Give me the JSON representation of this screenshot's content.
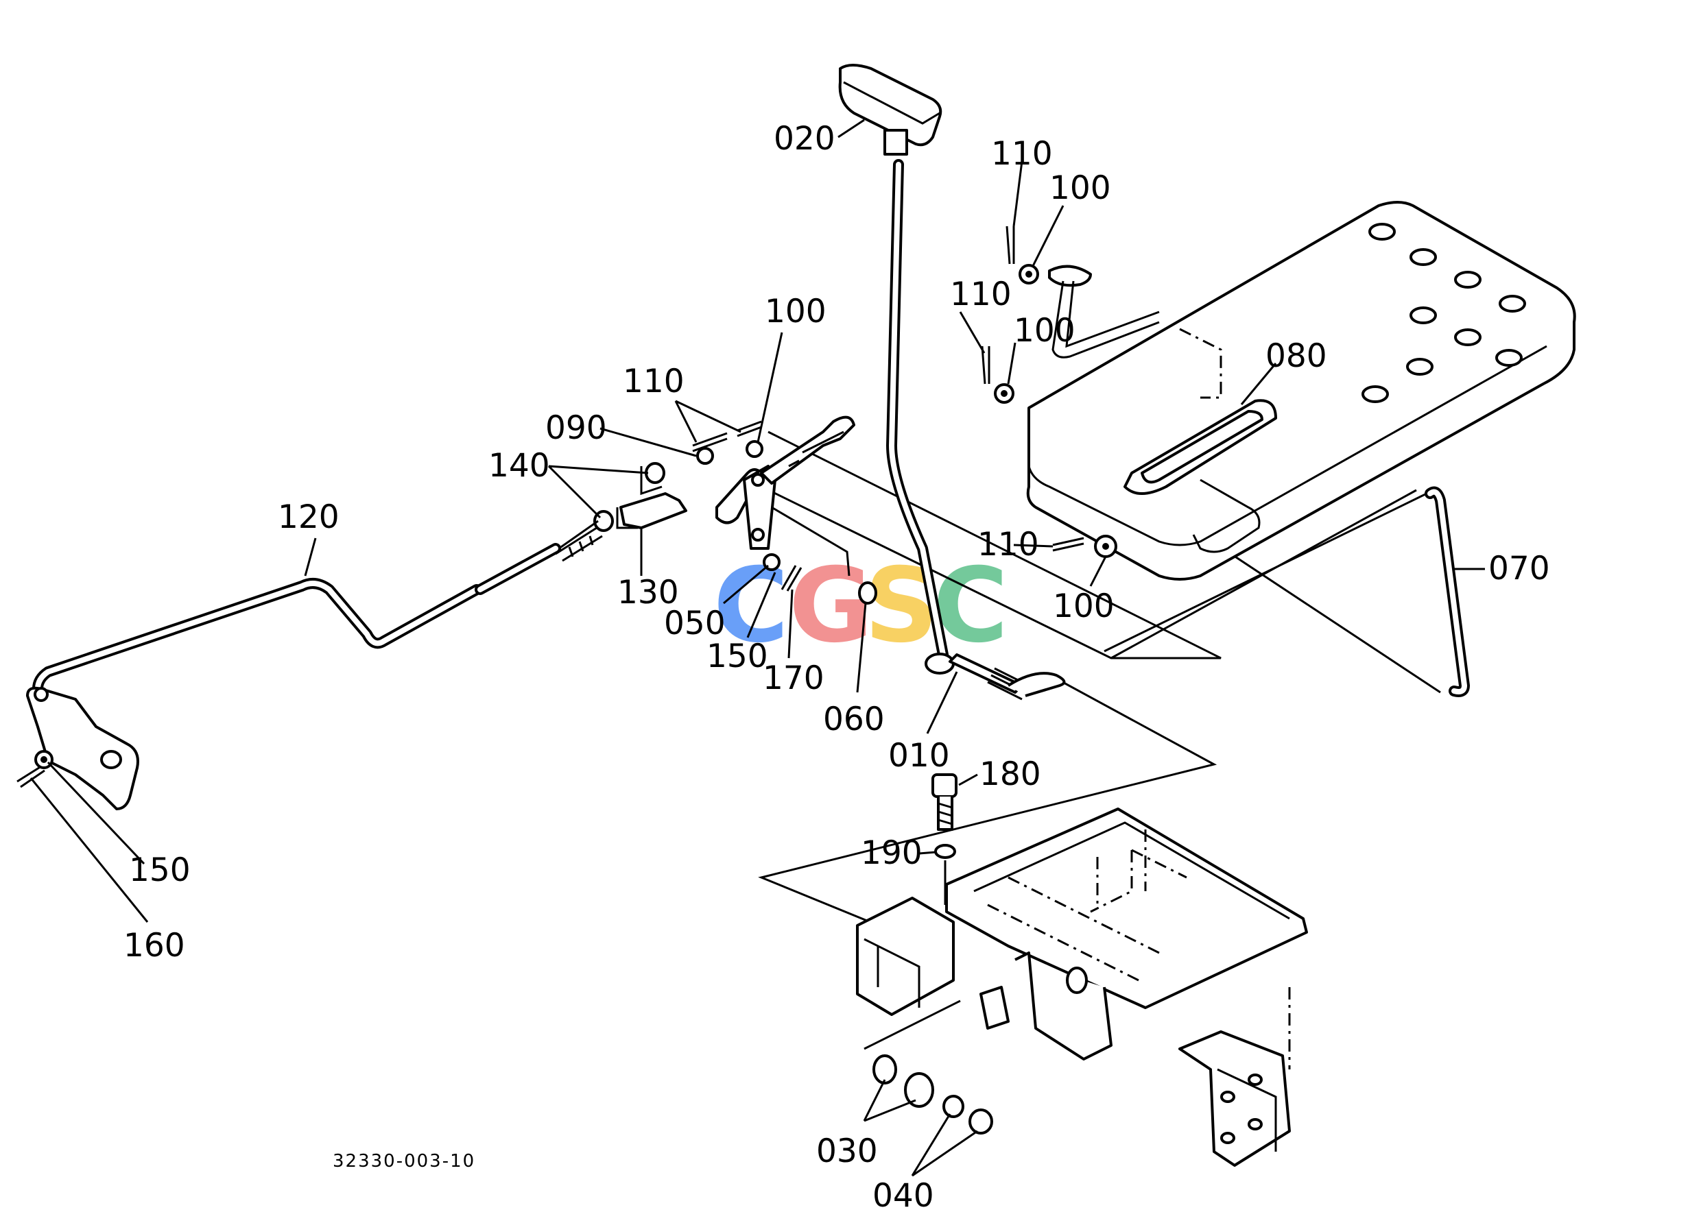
{
  "diagram": {
    "drawing_number": "32330-003-10",
    "watermark": {
      "letters": [
        "C",
        "G",
        "S",
        "C"
      ],
      "colors": [
        "#4f8ff7",
        "#f08080",
        "#f7c948",
        "#5cc08a"
      ]
    },
    "callouts": [
      {
        "id": "020",
        "part": "knob"
      },
      {
        "id": "110",
        "part": "cotter-pin-top"
      },
      {
        "id": "100",
        "part": "washer-top"
      },
      {
        "id": "110",
        "part": "cotter-pin-2"
      },
      {
        "id": "100",
        "part": "washer-2"
      },
      {
        "id": "080",
        "part": "pedal-grip"
      },
      {
        "id": "100",
        "part": "washer-lever"
      },
      {
        "id": "110",
        "part": "cotter-pin-lever"
      },
      {
        "id": "090",
        "part": "lever-bracket"
      },
      {
        "id": "140",
        "part": "nut-pair"
      },
      {
        "id": "120",
        "part": "long-rod"
      },
      {
        "id": "130",
        "part": "yoke"
      },
      {
        "id": "050",
        "part": "spring-washer"
      },
      {
        "id": "150",
        "part": "washer-mid"
      },
      {
        "id": "170",
        "part": "pin-mid"
      },
      {
        "id": "060",
        "part": "nut-mid"
      },
      {
        "id": "010",
        "part": "shift-lever"
      },
      {
        "id": "110",
        "part": "cotter-pin-right"
      },
      {
        "id": "100",
        "part": "washer-right"
      },
      {
        "id": "070",
        "part": "link-rod"
      },
      {
        "id": "180",
        "part": "bolt"
      },
      {
        "id": "190",
        "part": "lock-washer"
      },
      {
        "id": "150",
        "part": "washer-left"
      },
      {
        "id": "160",
        "part": "cotter-pin-left"
      },
      {
        "id": "030",
        "part": "washers-bottom"
      },
      {
        "id": "040",
        "part": "nuts-bottom"
      }
    ]
  }
}
